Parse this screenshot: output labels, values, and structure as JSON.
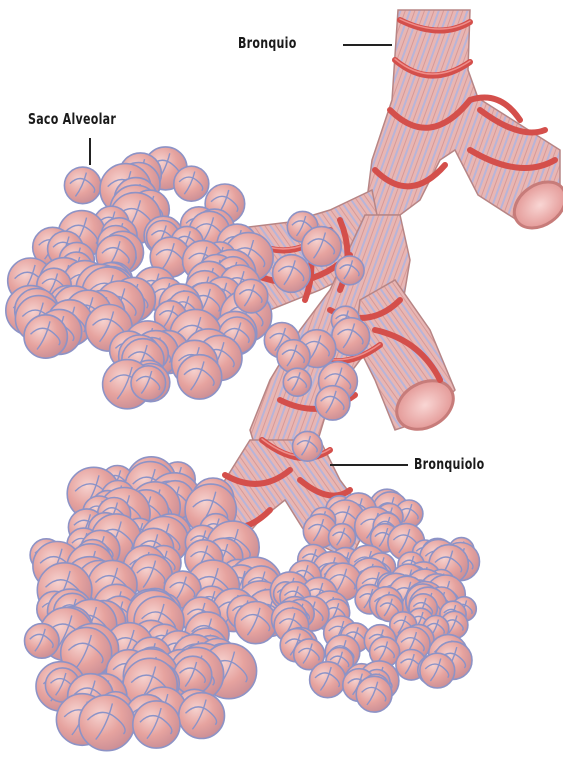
{
  "labels": {
    "bronquio": "Bronquio",
    "saco_alveolar": "Saco Alveolar",
    "bronquiolo": "Bronquiolo"
  },
  "colors": {
    "tissue": "#e9b3b0",
    "tissue_stripe": "#b7b8d8",
    "vessel": "#d9534f",
    "vessel_dark": "#a83a3a",
    "alveolus_fill": "#eaa7a3",
    "alveolus_net": "#8a93c8",
    "lumen": "#f4c6c4",
    "leader_line": "#222222"
  }
}
